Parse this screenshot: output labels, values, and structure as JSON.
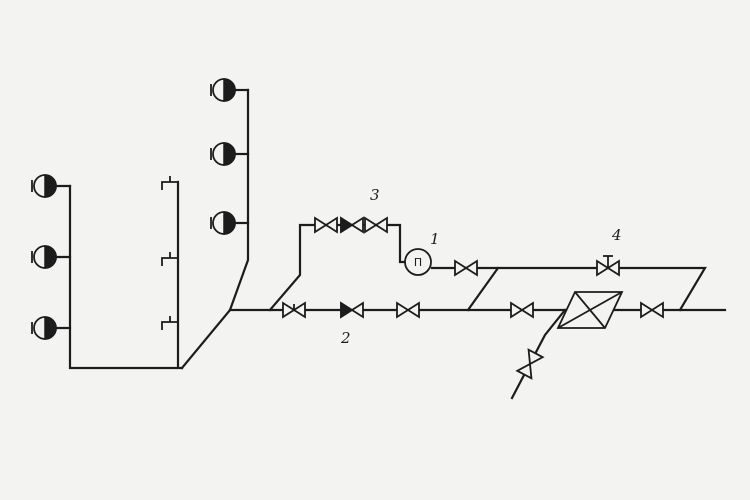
{
  "labels": {
    "pump": "1",
    "valve_2": "2",
    "valve_3": "3",
    "valve_4": "4",
    "pump_symbol": "П"
  },
  "icons": [
    "hydrant-icon",
    "tap-icon",
    "gate-valve-icon",
    "check-valve-icon",
    "pump-icon",
    "meter-icon"
  ]
}
